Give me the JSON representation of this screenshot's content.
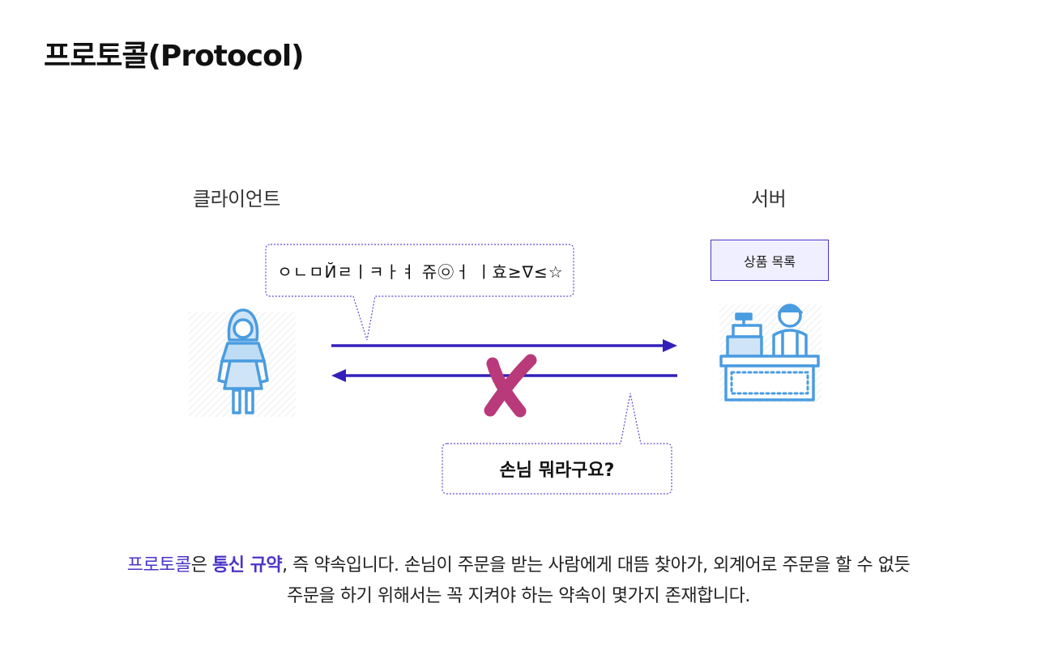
{
  "title": "프로토콜(Protocol)",
  "labels": {
    "client": "클라이언트",
    "server": "서버"
  },
  "menu_box": "상품 목록",
  "client_bubble": "ㅇㄴㅁЙㄹㅣㅋㅏㅕ 쥬㉧ㅓ  ㅣ효≥∇≤☆",
  "server_bubble": "손님 뭐라구요?",
  "description": {
    "term": "프로토콜",
    "after_term": "은 ",
    "emphasis": "통신 규약",
    "line1_rest": ", 즉 약속입니다. 손님이 주문을 받는 사람에게 대뜸 찾아가, 외계어로 주문을 할 수 없듯",
    "line2": "주문을 하기 위해서는 꼭 지켜야 하는 약속이 몇가지 존재합니다."
  },
  "colors": {
    "accent": "#4a35c8",
    "icon": "#4a9ce0",
    "cross": "#b83a7a"
  }
}
